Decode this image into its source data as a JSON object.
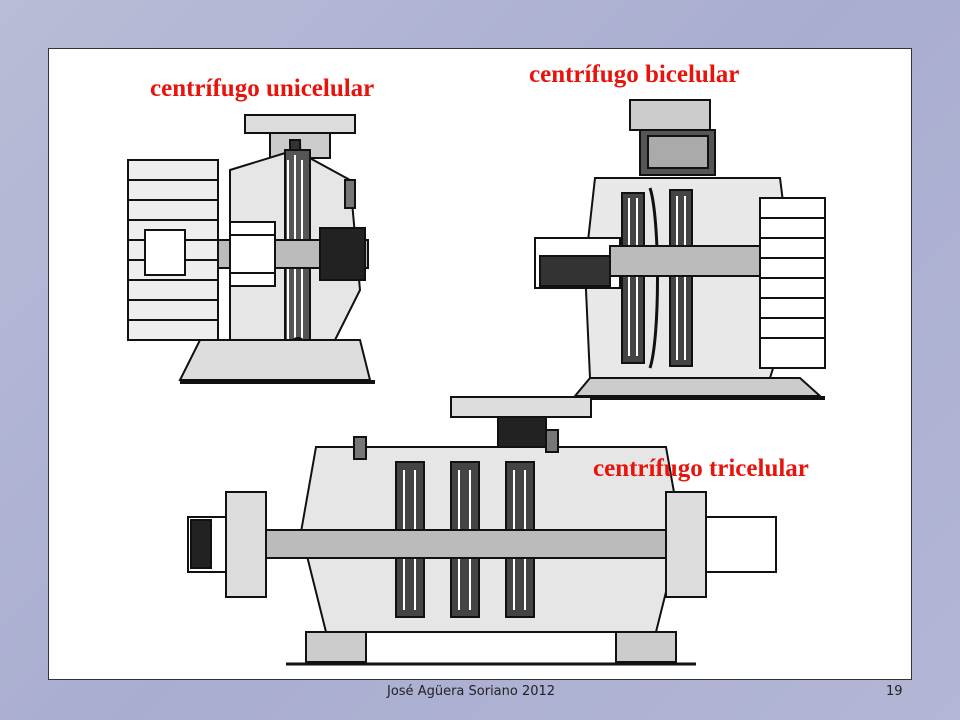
{
  "labels": {
    "unicelular": "centrífugo unicelular",
    "bicelular": "centrífugo bicelular",
    "tricelular": "centrífugo tricelular"
  },
  "footer": {
    "author": "José Agüera Soriano 2012",
    "page_number": "19"
  },
  "colors": {
    "label": "#e8140c",
    "background": "#b3b6d4"
  }
}
